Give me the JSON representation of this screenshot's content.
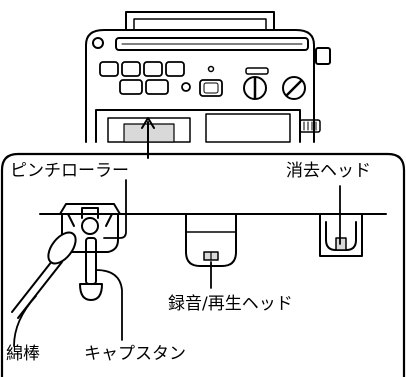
{
  "labels": {
    "pinch_roller": "ピンチローラー",
    "erase_head": "消去ヘッド",
    "record_play_head": "録音/再生ヘッド",
    "cotton_swab": "綿棒",
    "capstan": "キャプスタン"
  },
  "colors": {
    "line": "#000000",
    "background": "#ffffff",
    "shade": "#d9d9d9"
  }
}
